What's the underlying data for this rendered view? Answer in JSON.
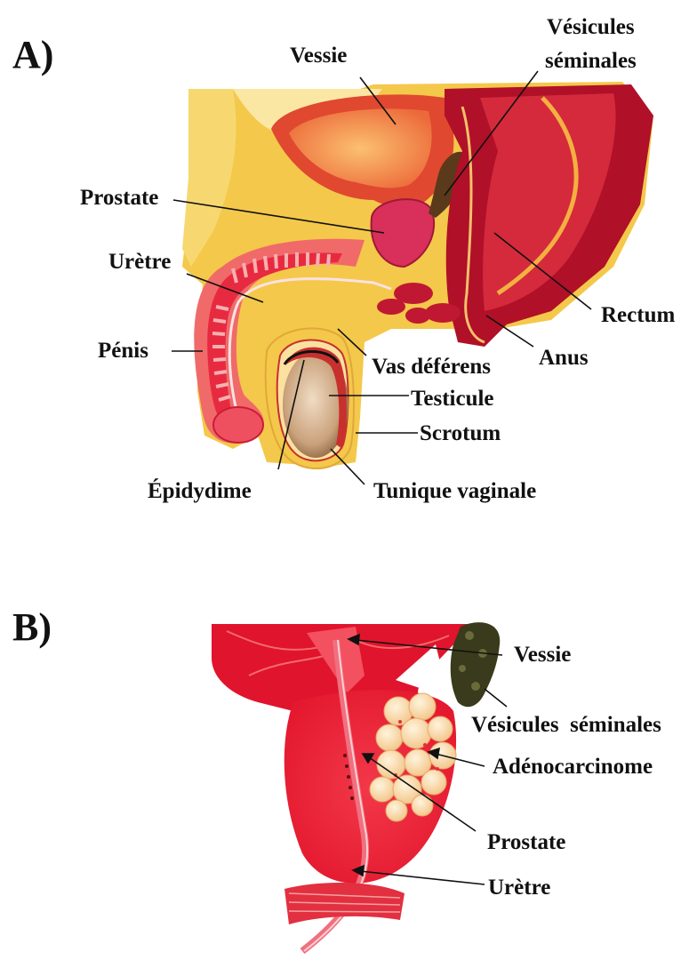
{
  "panel_a": {
    "letter": "A)",
    "labels": {
      "vessie": "Vessie",
      "vesicules_line1": "Vésicules",
      "vesicules_line2": "séminales",
      "prostate": "Prostate",
      "uretre": "Urètre",
      "penis": "Pénis",
      "rectum": "Rectum",
      "anus": "Anus",
      "vas_deferens": "Vas déférens",
      "testicule": "Testicule",
      "scrotum": "Scrotum",
      "epididyme": "Épidydime",
      "tunique": "Tunique vaginale"
    }
  },
  "panel_b": {
    "letter": "B)",
    "labels": {
      "vessie": "Vessie",
      "vesicules": "Vésicules  séminales",
      "adenocarcinome": "Adénocarcinome",
      "prostate": "Prostate",
      "uretre": "Urètre"
    }
  },
  "colors": {
    "fat": "#f4c84a",
    "skin": "#f7d86a",
    "tissue_red": "#e8283c",
    "dark_red": "#b0102a",
    "bladder": "#e4603a",
    "bladder_inner": "#f39a4a",
    "testis": "#c9a07a",
    "tumor": "#f8dcae",
    "seminal_dark": "#3a3a1c"
  }
}
